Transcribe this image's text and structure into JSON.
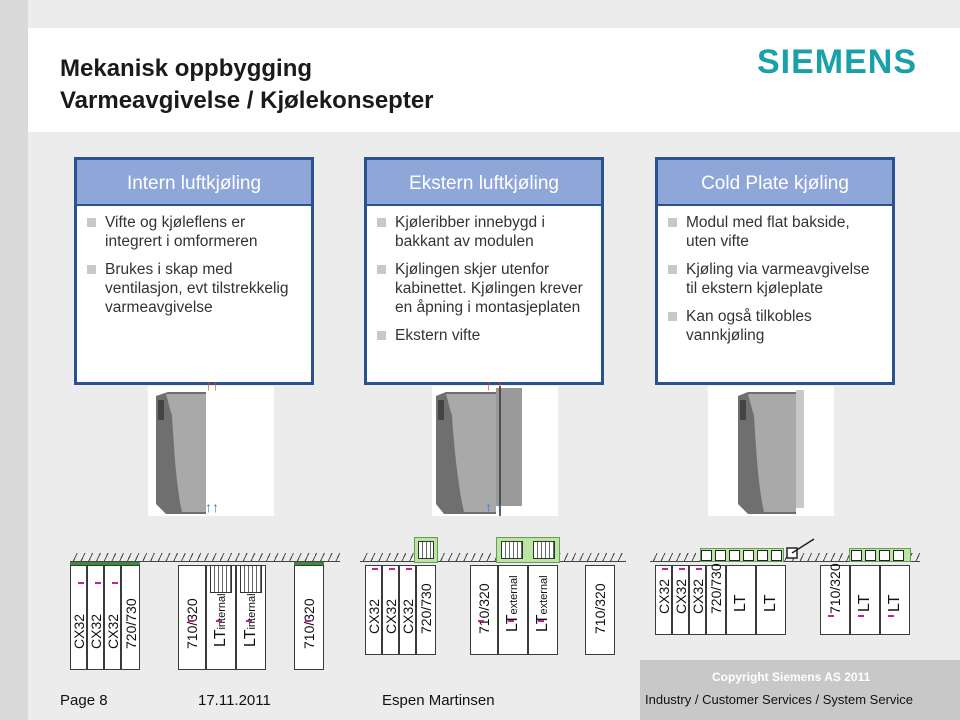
{
  "header": {
    "title_line1": "Mekanisk oppbygging",
    "title_line2": "Varmeavgivelse / Kjølekonsepter",
    "logo": "SIEMENS"
  },
  "panels": [
    {
      "title": "Intern luftkjøling",
      "bullets": [
        "Vifte og kjøleflens er integrert i omformeren",
        "Brukes i skap med ventilasjon, evt tilstrekkelig varmeavgivelse"
      ]
    },
    {
      "title": "Ekstern luftkjøling",
      "bullets": [
        "Kjøleribber innebygd i bakkant av modulen",
        "Kjølingen skjer utenfor kabinettet. Kjølingen krever en åpning i montasjeplaten",
        "Ekstern vifte"
      ]
    },
    {
      "title": "Cold Plate kjøling",
      "bullets": [
        "Modul med flat bakside, uten vifte",
        "Kjøling via varmeavgivelse til ekstern kjøleplate",
        "Kan også tilkobles vannkjøling"
      ]
    }
  ],
  "diagrams": {
    "group1": {
      "cx": [
        "CX32",
        "CX32",
        "CX32"
      ],
      "m720": "720/730",
      "m710": "710/320",
      "lt_a": "LT",
      "lt_a_sub": "internal",
      "lt_b": "LT",
      "lt_b_sub": "internal",
      "m710b": "710/320"
    },
    "group2": {
      "cx": [
        "CX32",
        "CX32",
        "CX32"
      ],
      "m720": "720/730",
      "m710": "710/320",
      "lt_a": "LT",
      "lt_a_sub": "external",
      "lt_b": "LT",
      "lt_b_sub": "external",
      "m710b": "710/320"
    },
    "group3": {
      "cx": [
        "CX32",
        "CX32",
        "CX32"
      ],
      "m720": "720/730",
      "lt_a": "LT",
      "lt_b": "LT",
      "m710": "710/320",
      "lt_c": "LT",
      "lt_d": "LT"
    }
  },
  "footer": {
    "page": "Page 8",
    "date": "17.11.2011",
    "author": "Espen Martinsen",
    "copyright": "Copyright Siemens AS 2011",
    "division": "Industry / Customer Services / System Service"
  }
}
